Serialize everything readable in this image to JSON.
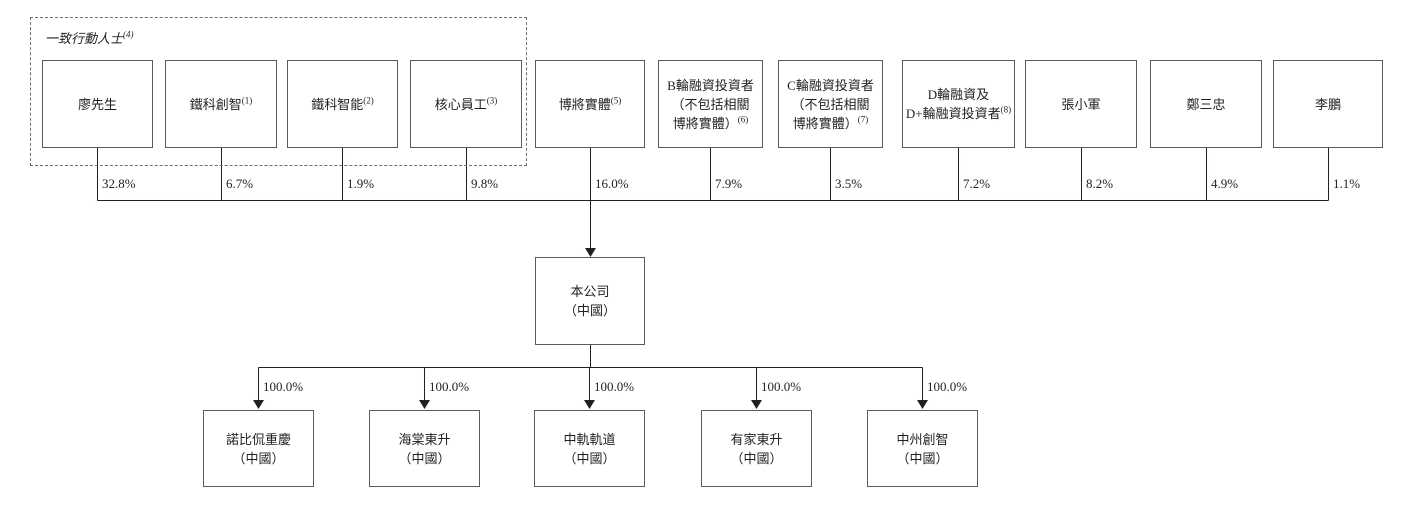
{
  "diagram": {
    "group_label": {
      "text": "一致行動人士",
      "sup": "(4)"
    },
    "shareholders": [
      {
        "lines": [
          "廖先生"
        ],
        "sup": "",
        "percent": "32.8%"
      },
      {
        "lines": [
          "鐵科創智"
        ],
        "sup": "(1)",
        "percent": "6.7%"
      },
      {
        "lines": [
          "鐵科智能"
        ],
        "sup": "(2)",
        "percent": "1.9%"
      },
      {
        "lines": [
          "核心員工"
        ],
        "sup": "(3)",
        "percent": "9.8%"
      },
      {
        "lines": [
          "博將實體"
        ],
        "sup": "(5)",
        "percent": "16.0%"
      },
      {
        "lines": [
          "B輪融資投資者",
          "（不包括相關",
          "博將實體）"
        ],
        "sup": "(6)",
        "percent": "7.9%"
      },
      {
        "lines": [
          "C輪融資投資者",
          "（不包括相關",
          "博將實體）"
        ],
        "sup": "(7)",
        "percent": "3.5%"
      },
      {
        "lines": [
          "D輪融資及",
          "D+輪融資投資者"
        ],
        "sup": "(8)",
        "percent": "7.2%"
      },
      {
        "lines": [
          "張小軍"
        ],
        "sup": "",
        "percent": "8.2%"
      },
      {
        "lines": [
          "鄭三忠"
        ],
        "sup": "",
        "percent": "4.9%"
      },
      {
        "lines": [
          "李鵬"
        ],
        "sup": "",
        "percent": "1.1%"
      }
    ],
    "company": {
      "name": "本公司",
      "region": "（中國）"
    },
    "subsidiaries": [
      {
        "name": "諾比侃重慶",
        "region": "（中國）",
        "percent": "100.0%"
      },
      {
        "name": "海棠東升",
        "region": "（中國）",
        "percent": "100.0%"
      },
      {
        "name": "中軌軌道",
        "region": "（中國）",
        "percent": "100.0%"
      },
      {
        "name": "有家東升",
        "region": "（中國）",
        "percent": "100.0%"
      },
      {
        "name": "中州創智",
        "region": "（中國）",
        "percent": "100.0%"
      }
    ],
    "colors": {
      "line": "#231f20",
      "box_border": "#5c5c5c",
      "background": "#ffffff",
      "text": "#231f20"
    }
  }
}
